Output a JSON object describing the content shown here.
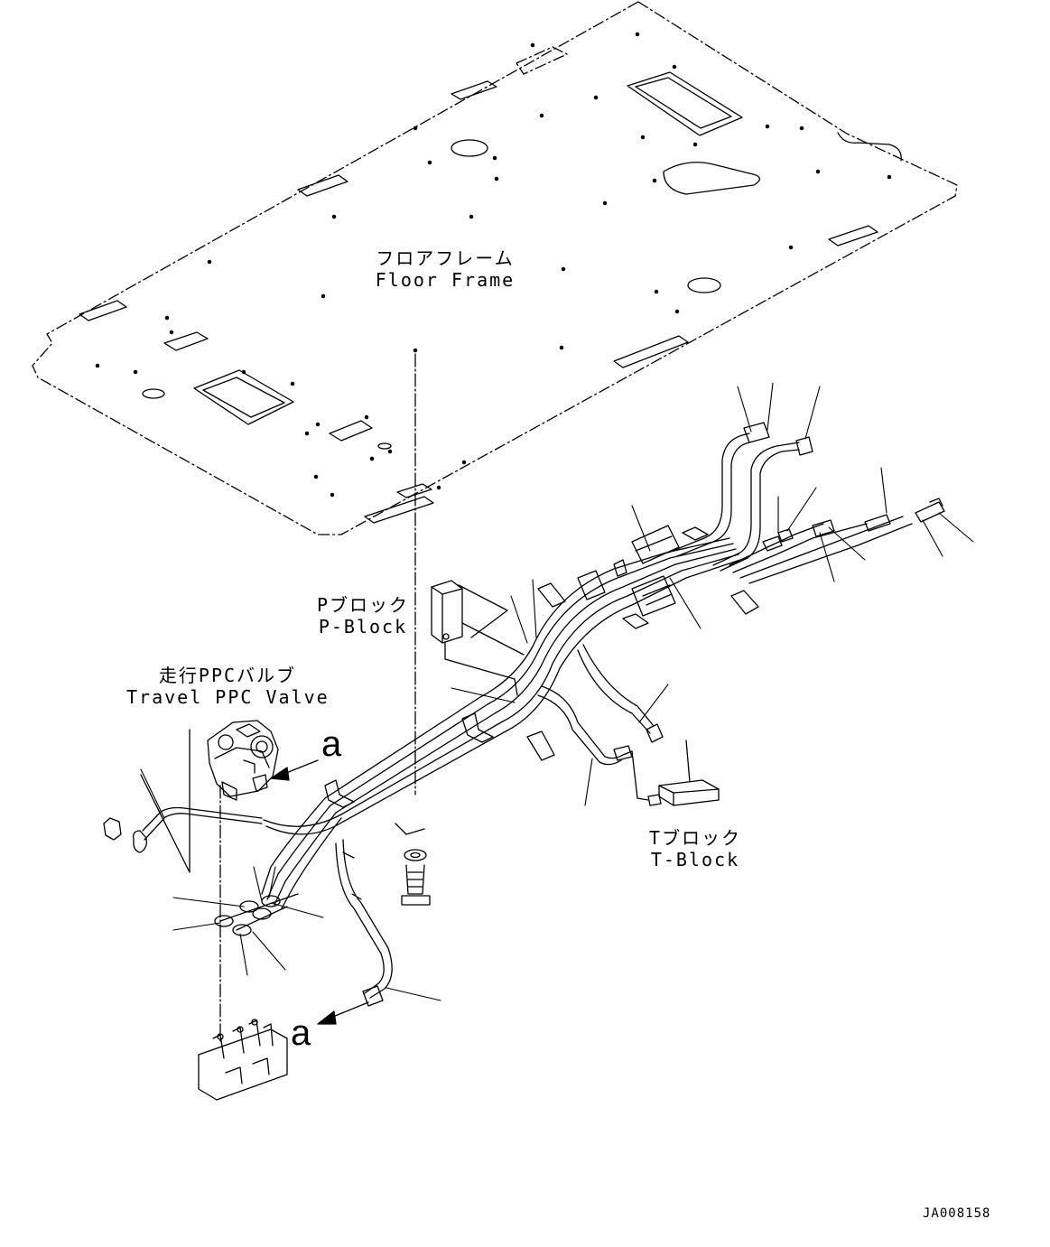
{
  "labels": {
    "floor_frame": {
      "jp": "フロアフレーム",
      "en": "Floor Frame"
    },
    "p_block": {
      "jp": "Pブロック",
      "en": "P-Block"
    },
    "travel_ppc_valve": {
      "jp": "走行PPCバルブ",
      "en": "Travel PPC Valve"
    },
    "t_block": {
      "jp": "Tブロック",
      "en": "T-Block"
    },
    "view_ref_top": "a",
    "view_ref_bottom": "a"
  },
  "drawing_code": "JA008158"
}
